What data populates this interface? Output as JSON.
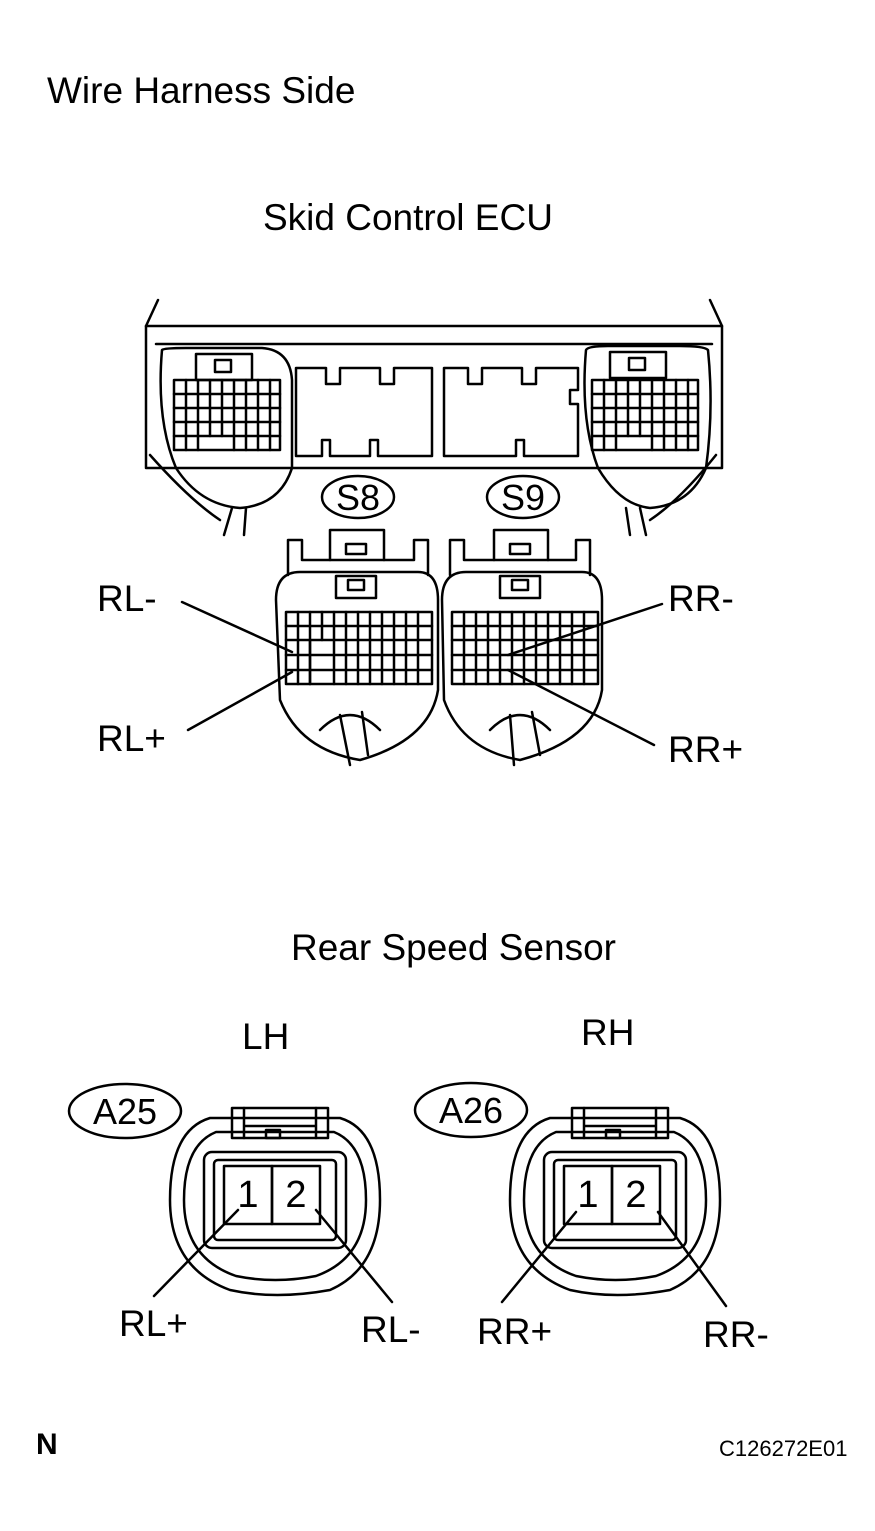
{
  "header": {
    "title": "Wire Harness Side"
  },
  "ecu": {
    "title": "Skid Control ECU",
    "connectors": [
      {
        "code": "S8"
      },
      {
        "code": "S9"
      }
    ],
    "terminals": {
      "rl_minus": "RL-",
      "rl_plus": "RL+",
      "rr_minus": "RR-",
      "rr_plus": "RR+"
    }
  },
  "sensor": {
    "title": "Rear Speed Sensor",
    "left": {
      "side": "LH",
      "code": "A25",
      "pin1": "1",
      "pin2": "2",
      "pin1_label": "RL+",
      "pin2_label": "RL-"
    },
    "right": {
      "side": "RH",
      "code": "A26",
      "pin1": "1",
      "pin2": "2",
      "pin1_label": "RR+",
      "pin2_label": "RR-"
    }
  },
  "footer": {
    "mark": "N",
    "figure_code": "C126272E01"
  }
}
